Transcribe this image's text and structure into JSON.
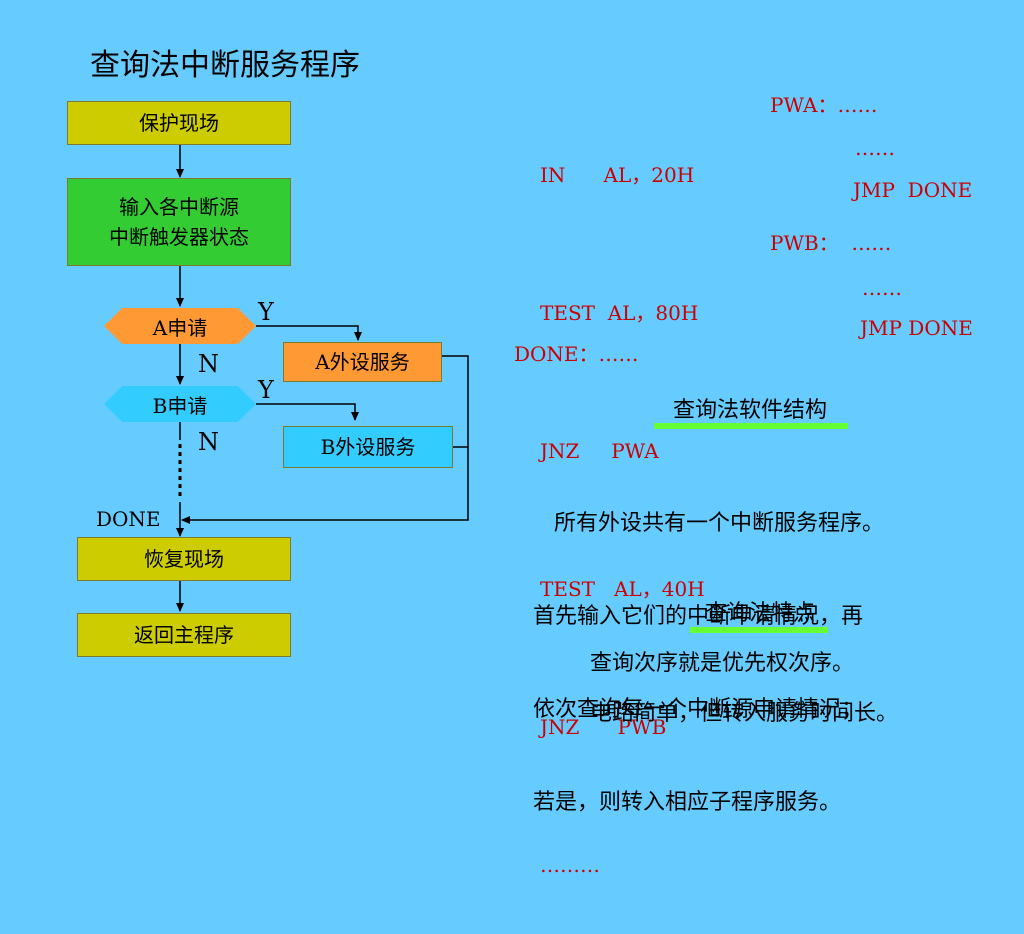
{
  "title": "查询法中断服务程序",
  "flow": {
    "save_scene": "保护现场",
    "input_line1": "输入各中断源",
    "input_line2": "中断触发器状态",
    "a_request": "A申请",
    "b_request": "B申请",
    "a_service": "A外设服务",
    "b_service": "B外设服务",
    "yes_a": "Y",
    "no_a": "N",
    "yes_b": "Y",
    "no_b": "N",
    "done_label": "DONE",
    "restore_scene": "恢复现场",
    "return_main": "返回主程序"
  },
  "code_left": [
    "IN      AL，20H",
    "TEST  AL，80H",
    "JNZ     PWA",
    "TEST   AL，40H",
    "JNZ      PWB",
    "………"
  ],
  "code_done": "DONE：……",
  "code_right": {
    "pwa": "PWA：……",
    "pwa_dots": "……",
    "pwa_jmp": "JMP  DONE",
    "pwb": "PWB：  ……",
    "pwb_dots": "……",
    "pwb_jmp": "JMP DONE"
  },
  "software_structure": {
    "heading": "查询法软件结构",
    "lines": [
      "   所有外设共有一个中断服务程序。",
      "首先输入它们的中断申请情况，再",
      "依次查询每一个中断源申请情况；",
      "若是，则转入相应子程序服务。"
    ]
  },
  "features": {
    "heading": "查询法特点",
    "line1": "查询次序就是优先权次序。",
    "line2": "电路简单，但转入服务时间长。"
  }
}
